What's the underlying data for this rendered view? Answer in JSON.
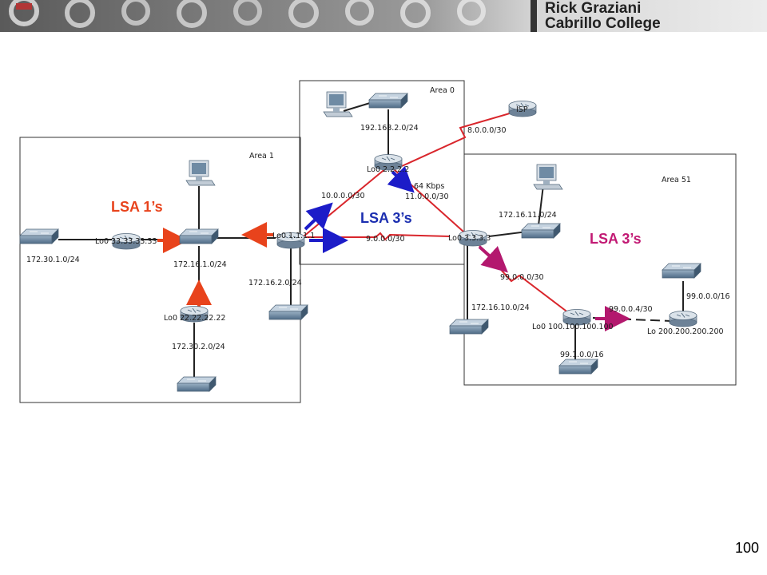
{
  "header": {
    "author": "Rick Graziani",
    "institution": "Cabrillo College"
  },
  "page_number": "100",
  "areas": {
    "area1": "Area 1",
    "area0": "Area 0",
    "area51": "Area 51"
  },
  "lsa_labels": {
    "lsa1": "LSA 1’s",
    "lsa3_area0": "LSA 3’s",
    "lsa3_area51": "LSA 3’s"
  },
  "router_labels": {
    "r33": "Lo0 33.33.33.33",
    "r22": "Lo0 22.22.22.22",
    "r1": "Lo0 1.1.1.1",
    "r2": "Lo0 2.2.2.2",
    "r3": "Lo0 3.3.3.3",
    "r100": "Lo0 100.100.100.100",
    "r200": "Lo 200.200.200.200",
    "isp": "ISP"
  },
  "network_labels": {
    "n172_30_1": "172.30.1.0/24",
    "n172_16_1": "172.16.1.0/24",
    "n172_30_2": "172.30.2.0/24",
    "n172_16_2": "172.16.2.0/24",
    "n192_168_2": "192.168.2.0/24",
    "n8": "8.0.0.0/30",
    "n10": "10.0.0.0/30",
    "n11": "11.0.0.0/30",
    "kbps": "64 Kbps",
    "n9": "9.0.0.0/30",
    "n172_16_11": "172.16.11.0/24",
    "n99_0_0_0_30": "99.0.0.0/30",
    "n172_16_10": "172.16.10.0/24",
    "n99_0_0_4": "99.0.0.4/30",
    "n99_0_0_0_16": "99.0.0.0/16",
    "n99_1": "99.1.0.0/16"
  },
  "colors": {
    "red_link": "#d9262c",
    "orange_arrow": "#e8431c",
    "blue_arrow": "#1c1cc8",
    "magenta_arrow": "#b3186e",
    "lsa1_text": "#e8431c",
    "lsa3_blue_text": "#1c2fb0",
    "lsa3_magenta_text": "#c21a74"
  }
}
